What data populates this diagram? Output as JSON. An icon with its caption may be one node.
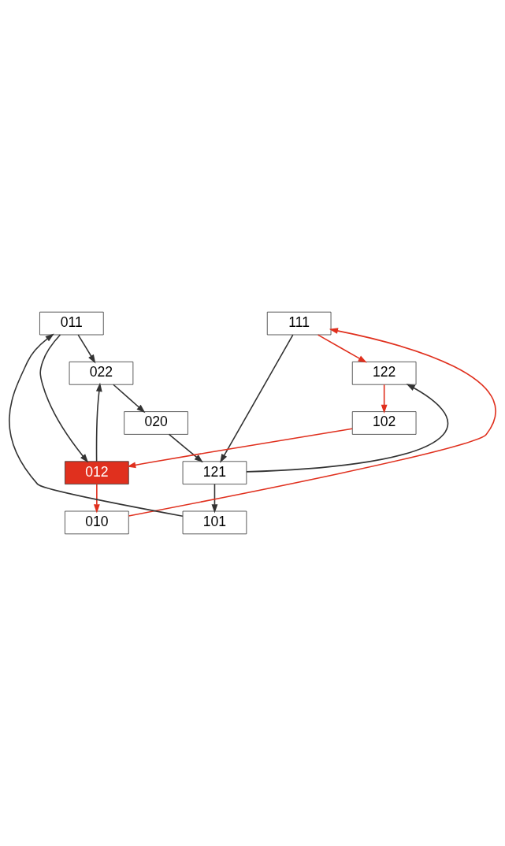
{
  "diagram": {
    "nodes": [
      {
        "text": [
          "011"
        ]
      },
      {
        "text": [
          "111"
        ]
      },
      {
        "text": [
          "022"
        ]
      },
      {
        "text": [
          "122"
        ]
      },
      {
        "text": [
          "020"
        ]
      },
      {
        "text": [
          "102"
        ]
      },
      {
        "text": [
          "012"
        ]
      },
      {
        "text": [
          "121"
        ]
      },
      {
        "text": [
          "010"
        ]
      },
      {
        "text": [
          "101"
        ]
      }
    ],
    "edges": [
      {
        "from": 0,
        "to": 2,
        "arrow": "to"
      },
      {
        "from": 0,
        "to": 6,
        "arrow": "to"
      },
      {
        "from": 6,
        "to": 2,
        "arrow": "to"
      },
      {
        "from": 2,
        "to": 4,
        "arrow": "to"
      },
      {
        "from": 4,
        "to": 7,
        "arrow": "to"
      },
      {
        "from": 1,
        "to": 3,
        "arrow": "to",
        "color": "#e0301e"
      },
      {
        "from": 3,
        "to": 5,
        "arrow": "to",
        "color": "#e0301e"
      },
      {
        "from": 5,
        "to": 6,
        "arrow": "to",
        "color": "#e0301e"
      },
      {
        "from": 1,
        "to": 7,
        "arrow": "to"
      },
      {
        "from": 7,
        "to": 3,
        "arrow": "to"
      },
      {
        "from": 7,
        "to": 9,
        "arrow": "to"
      },
      {
        "from": 6,
        "to": 8,
        "arrow": "to",
        "color": "#e0301e"
      },
      {
        "from": 8,
        "to": 1,
        "arrow": "to",
        "color": "#e0301e"
      },
      {
        "from": 9,
        "to": 0,
        "arrow": "to"
      }
    ]
  }
}
